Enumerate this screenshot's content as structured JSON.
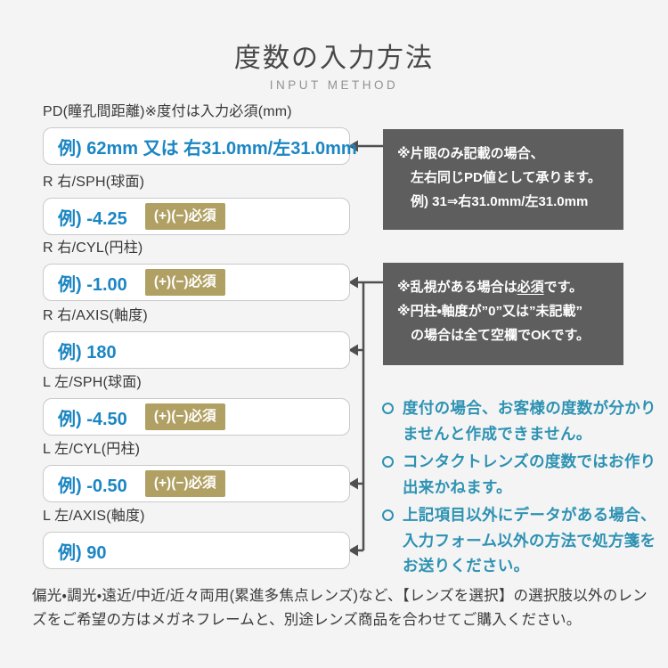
{
  "page": {
    "title": "度数の入力方法",
    "subtitle": "INPUT METHOD"
  },
  "colors": {
    "background": "#f4f4f5",
    "example_text_blue": "#1b86c3",
    "note_teal": "#2e92b2",
    "badge_olive": "#b1a063",
    "callout_gray": "#5e5e5e",
    "arrow_gray": "#4f4f4f"
  },
  "fields": [
    {
      "id": "pd",
      "label": "PD(瞳孔間距離)※度付は入力必須(mm)",
      "value": "例) 62mm 又は 右31.0mm/左31.0mm",
      "badge": null
    },
    {
      "id": "r-sph",
      "label": "R 右/SPH(球面)",
      "value": "例) -4.25",
      "badge": "(+)(−)必須"
    },
    {
      "id": "r-cyl",
      "label": "R 右/CYL(円柱)",
      "value": "例) -1.00",
      "badge": "(+)(−)必須"
    },
    {
      "id": "r-axis",
      "label": "R 右/AXIS(軸度)",
      "value": "例) 180",
      "badge": null
    },
    {
      "id": "l-sph",
      "label": "L 左/SPH(球面)",
      "value": "例) -4.50",
      "badge": "(+)(−)必須"
    },
    {
      "id": "l-cyl",
      "label": "L 左/CYL(円柱)",
      "value": "例) -0.50",
      "badge": "(+)(−)必須"
    },
    {
      "id": "l-axis",
      "label": "L 左/AXIS(軸度)",
      "value": "例) 90",
      "badge": null
    }
  ],
  "callouts": [
    {
      "id": "pd-note",
      "lines": [
        "※片眼のみ記載の場合、",
        "左右同じPD値として承ります。",
        "例) 31⇒右31.0mm/左31.0mm"
      ],
      "underline": null
    },
    {
      "id": "cyl-axis-note",
      "lines": [
        "※乱視がある場合は必須です。",
        "※円柱・軸度が”0”又は”未記載”",
        "の場合は全て空欄でOKです。"
      ],
      "underline": "必須"
    }
  ],
  "notes": [
    "度付の場合、お客様の度数が分かりませんと作成できません。",
    "コンタクトレンズの度数ではお作り出来かねます。",
    "上記項目以外にデータがある場合、入力フォーム以外の方法で処方箋をお送りください。"
  ],
  "footer": {
    "text": "偏光・調光・遠近/中近/近々両用(累進多焦点レンズ)など、【レンズを選択】の選択肢以外のレンズをご希望の方はメガネフレームと、別途レンズ商品を合わせてご購入ください。"
  }
}
